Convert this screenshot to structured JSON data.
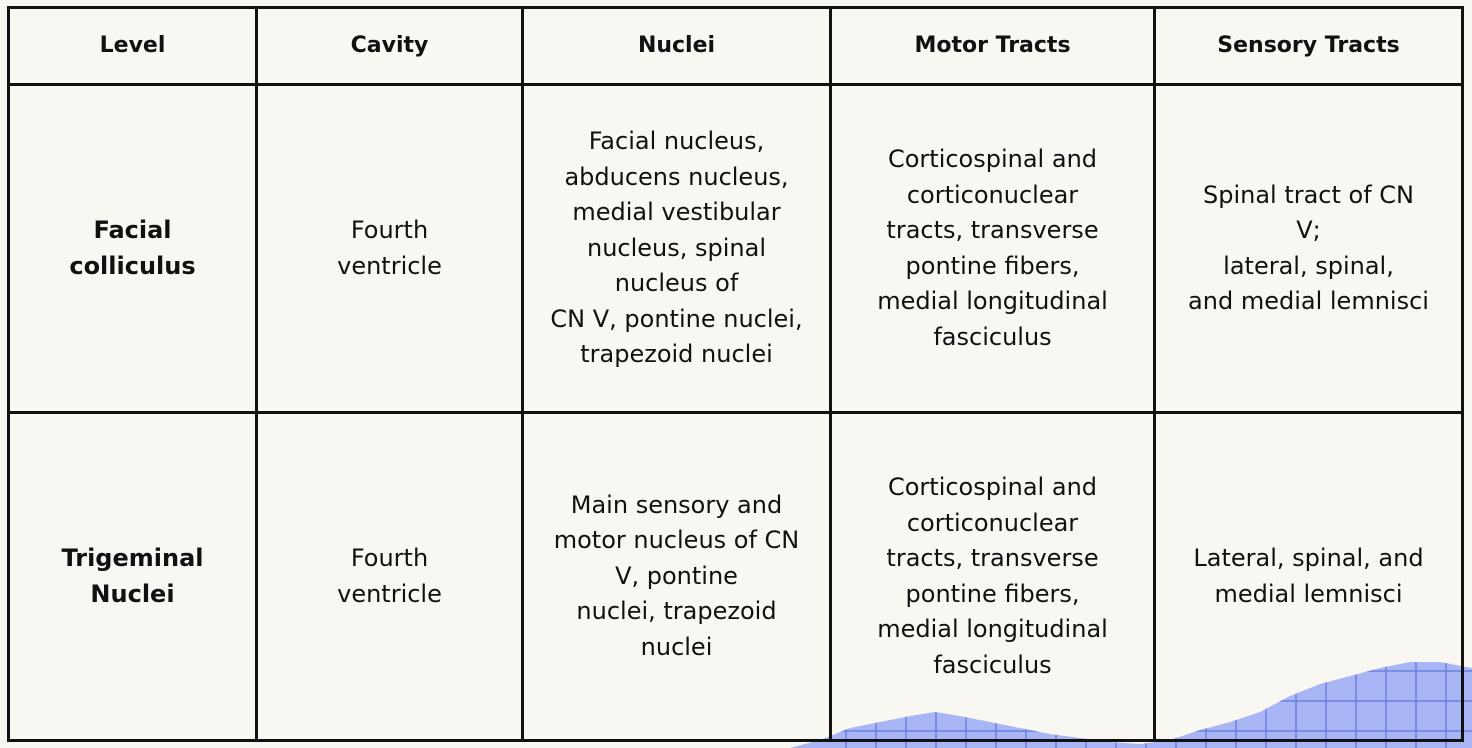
{
  "table": {
    "headers": [
      "Level",
      "Cavity",
      "Nuclei",
      "Motor Tracts",
      "Sensory Tracts"
    ],
    "rows": [
      {
        "level": "Facial\ncolliculus",
        "cavity": "Fourth\nventricle",
        "nuclei": "Facial nucleus,\nabducens nucleus,\nmedial vestibular\nnucleus, spinal\nnucleus of\nCN V, pontine nuclei,\ntrapezoid nuclei",
        "motor_tracts": "Corticospinal and\ncorticonuclear\ntracts, transverse\npontine fibers,\nmedial longitudinal\nfasciculus",
        "sensory_tracts": "Spinal tract of CN\nV;\nlateral, spinal,\nand medial lemnisci"
      },
      {
        "level": "Trigeminal\nNuclei",
        "cavity": "Fourth\nventricle",
        "nuclei": "Main sensory and\nmotor nucleus of CN\nV, pontine\nnuclei, trapezoid\nnuclei",
        "motor_tracts": "Corticospinal and\ncorticonuclear\ntracts, transverse\npontine fibers,\nmedial longitudinal\nfasciculus",
        "sensory_tracts": "Lateral, spinal, and\nmedial lemnisci"
      }
    ]
  },
  "colors": {
    "background": "#f9f7f2",
    "border": "#111111",
    "decor_fill": "#a9b6f5",
    "decor_grid": "#6f7fe0"
  }
}
